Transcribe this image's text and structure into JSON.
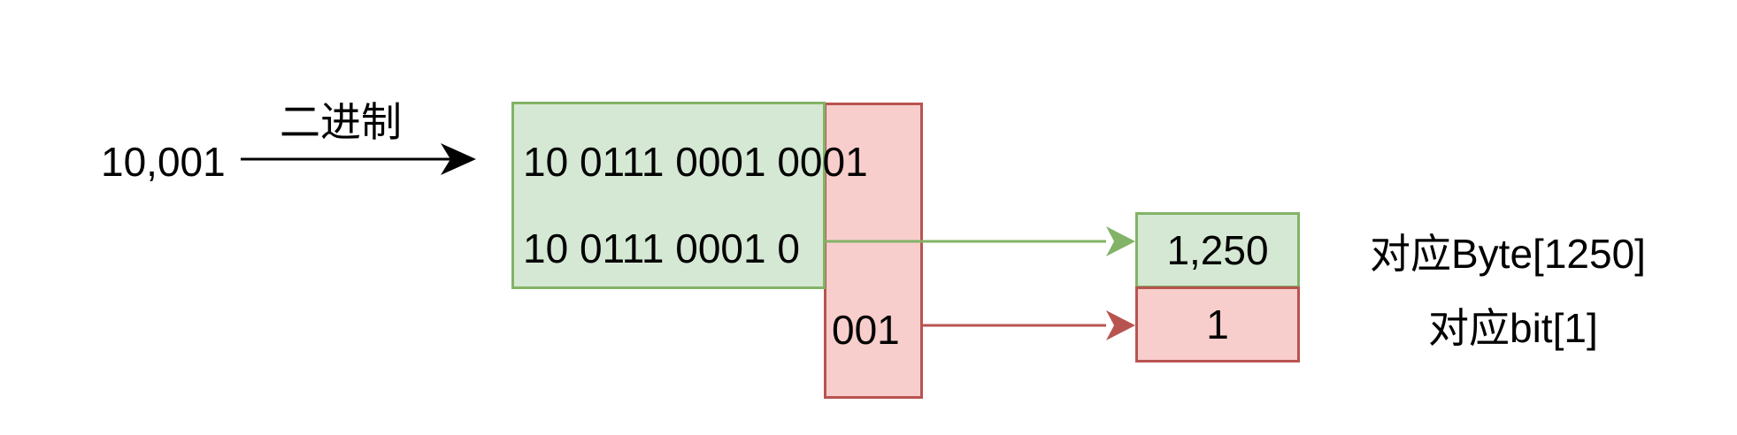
{
  "input_number": "10,001",
  "convert_label": "二进制",
  "binary_full": "10 0111 0001 0001",
  "binary_byte_part": "10 0111 0001 0",
  "binary_bit_part": "001",
  "byte_index_value": "1,250",
  "bit_index_value": "1",
  "byte_note": "对应Byte[1250]",
  "bit_note": "对应bit[1]",
  "colors": {
    "green_fill": "#d5e8d4",
    "green_stroke": "#82b366",
    "red_fill": "#f8cecc",
    "red_stroke": "#b85450"
  }
}
